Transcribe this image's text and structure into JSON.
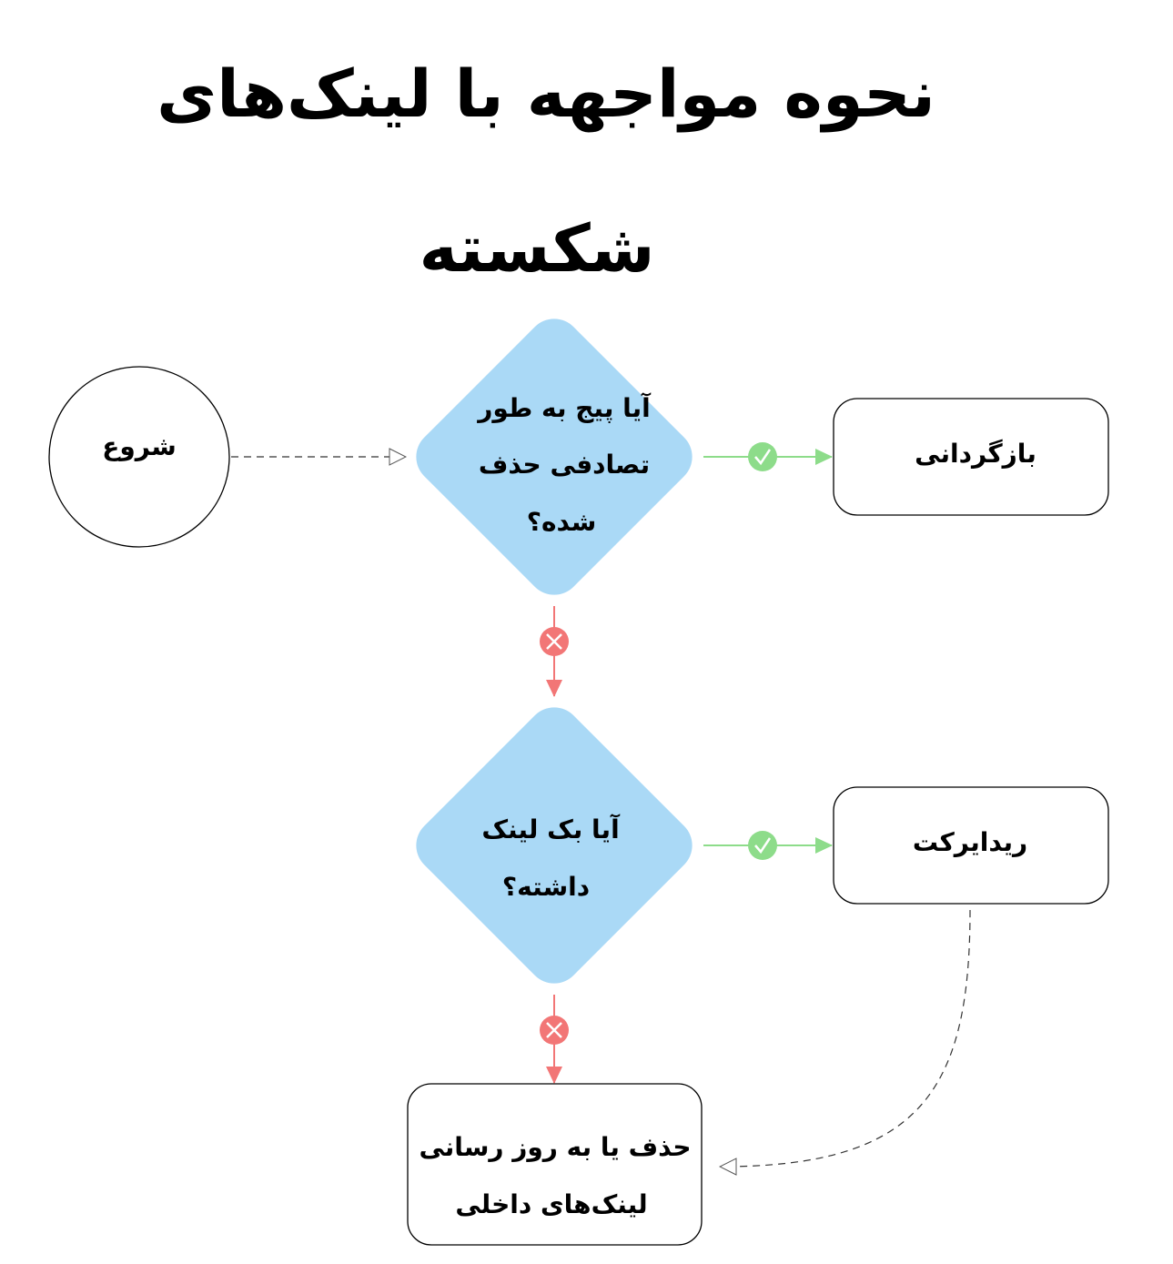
{
  "title": {
    "line1": "نحوه مواجهه با لینک‌های",
    "line2": "شکسته"
  },
  "nodes": {
    "start": "شروع",
    "decision1": {
      "line1": "آیا پیج به طور",
      "line2": "تصادفی حذف",
      "line3": "شده؟"
    },
    "restore": "بازگردانی",
    "decision2": {
      "line1": "آیا بک لینک",
      "line2": "داشته؟"
    },
    "redirect": "ریدایرکت",
    "update": {
      "line1": "حذف یا به روز رسانی",
      "line2": "لینک‌های داخلی"
    }
  },
  "colors": {
    "decision": "#aad9f6",
    "yes": "#8ddc8a",
    "no": "#f27676",
    "stroke": "#000000"
  }
}
